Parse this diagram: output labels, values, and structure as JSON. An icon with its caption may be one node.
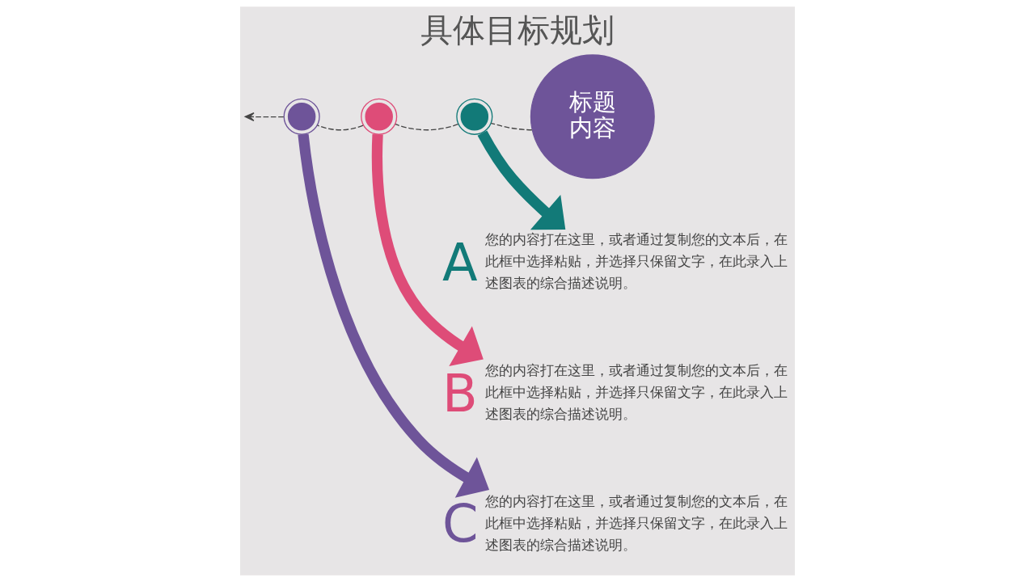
{
  "diagram": {
    "title": "具体目标规划",
    "nodes": [
      {
        "text": [
          "标题内容"
        ]
      },
      {
        "text": [],
        "shape": "circle"
      },
      {
        "text": [],
        "shape": "circle"
      },
      {
        "text": [],
        "shape": "circle"
      },
      {
        "text": [
          "A"
        ],
        "beside": [
          "您的内容打在这里，或者通过复制您的文本后，在此框中选择粘贴，并选择只保留文字，在此录入上述图表的综合描述说明。"
        ]
      },
      {
        "text": [
          "B"
        ],
        "beside": [
          "您的内容打在这里，或者通过复制您的文本后，在此框中选择粘贴，并选择只保留文字，在此录入上述图表的综合描述说明。"
        ]
      },
      {
        "text": [
          "C"
        ],
        "beside": [
          "您的内容打在这里，或者通过复制您的文本后，在此框中选择粘贴，并选择只保留文字，在此录入上述图表的综合描述说明。"
        ]
      }
    ],
    "edges": [
      {
        "from": 0,
        "to": 3,
        "arrow": "none",
        "style": "dashed",
        "color": "#444444"
      },
      {
        "from": 3,
        "to": 2,
        "arrow": "none",
        "style": "dashed",
        "color": "#444444"
      },
      {
        "from": 2,
        "to": 1,
        "arrow": "none",
        "style": "dashed",
        "color": "#444444"
      },
      {
        "from": 1,
        "to": null,
        "arrow": "to",
        "style": "dashed",
        "color": "#444444"
      },
      {
        "from": 3,
        "to": 4,
        "arrow": "to",
        "style": "thick",
        "color": "#127a78"
      },
      {
        "from": 2,
        "to": 5,
        "arrow": "to",
        "style": "thick",
        "color": "#de4c78"
      },
      {
        "from": 1,
        "to": 6,
        "arrow": "to",
        "style": "thick",
        "color": "#6e5499"
      }
    ]
  }
}
